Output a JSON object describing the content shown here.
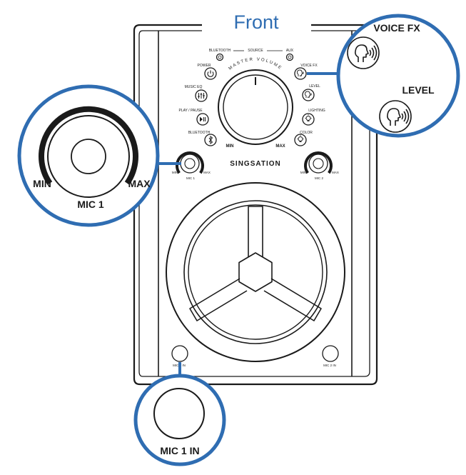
{
  "title": "Front",
  "colors": {
    "accent": "#2f6db2",
    "line": "#1a1a1a",
    "background": "#ffffff"
  },
  "panel": {
    "brand": "SINGSATION",
    "master_volume": "MASTER VOLUME",
    "master_min": "MIN",
    "master_max": "MAX",
    "source": {
      "bluetooth": "BLUETOOTH",
      "source": "SOURCE",
      "aux": "AUX"
    },
    "left_buttons": [
      {
        "label": "POWER",
        "icon": "power-icon"
      },
      {
        "label": "MUSIC EQ",
        "icon": "equalizer-icon"
      },
      {
        "label": "PLAY / PAUSE",
        "icon": "play-pause-icon"
      },
      {
        "label": "BLUETOOTH",
        "icon": "bluetooth-icon"
      }
    ],
    "right_buttons": [
      {
        "label": "VOICE FX",
        "icon": "voice-icon"
      },
      {
        "label": "LEVEL",
        "icon": "voice-icon"
      },
      {
        "label": "LIGHTING",
        "icon": "bulb-icon"
      },
      {
        "label": "COLOR",
        "icon": "bulb-icon"
      }
    ],
    "mic1": {
      "name": "MIC 1",
      "min": "MIN",
      "max": "MAX"
    },
    "mic2": {
      "name": "MIC 2",
      "min": "MIN",
      "max": "MAX"
    },
    "jack_left": "MIC 1 IN",
    "jack_right": "MIC 2 IN"
  },
  "callouts": {
    "voice_fx": "VOICE FX",
    "level": "LEVEL",
    "mic_knob": {
      "name": "MIC 1",
      "min": "MIN",
      "max": "MAX"
    },
    "jack": "MIC 1 IN"
  }
}
